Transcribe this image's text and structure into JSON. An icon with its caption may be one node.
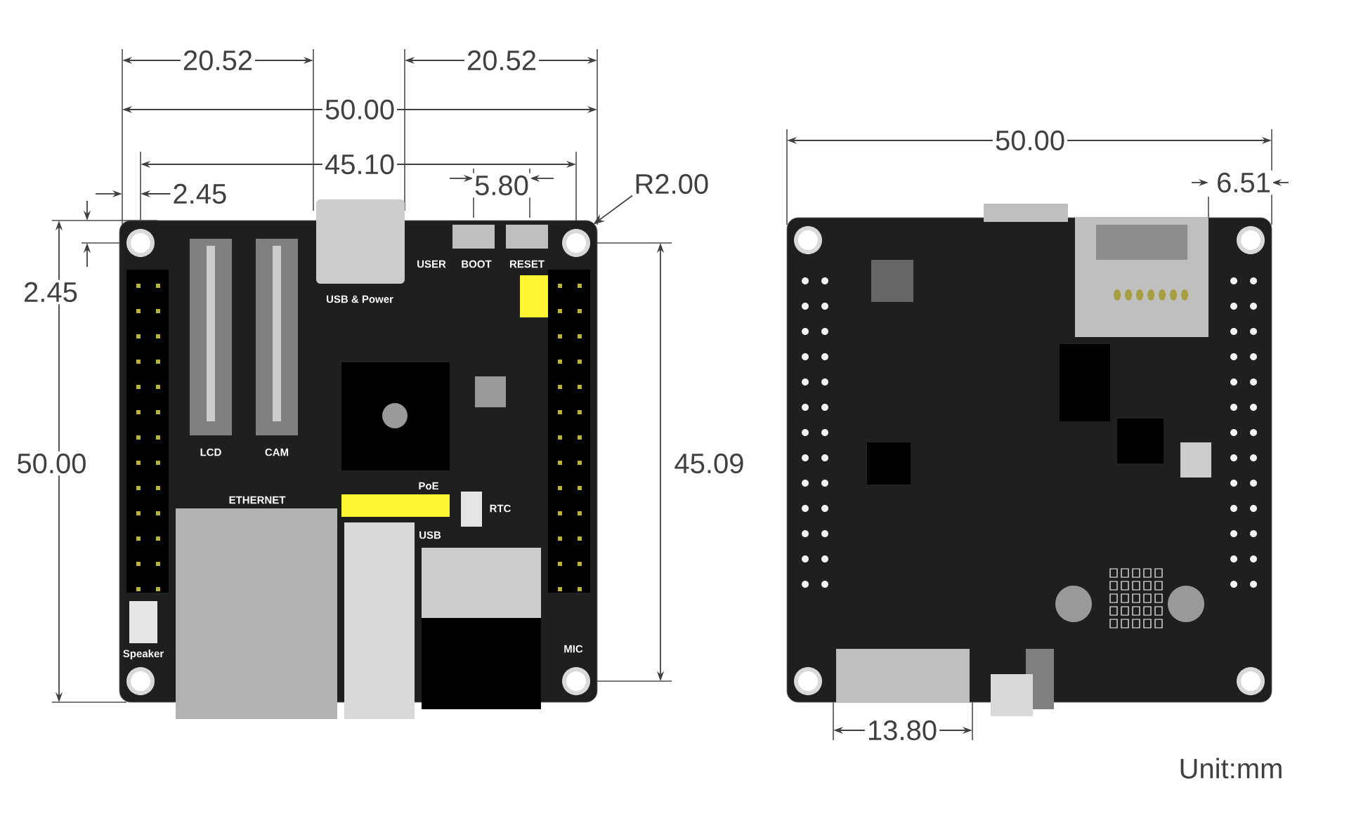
{
  "diagram": {
    "nodes": [
      {
        "text": [],
        "shape": "picture"
      },
      {
        "text": [],
        "shape": "picture"
      },
      {
        "text": [
          "R2.00"
        ]
      }
    ],
    "edges": [
      {
        "from": 2,
        "to": 0,
        "arrow": "to"
      }
    ],
    "labels": [
      "20.52",
      "20.52",
      "50.00",
      "45.10",
      "2.45",
      "5.80",
      "2.45",
      "USER",
      "BOOT",
      "RESET",
      "USB & Power",
      "LCD",
      "CAM",
      "50.00",
      "45.09",
      "PoE",
      "ETHERNET",
      "RTC",
      "USB",
      "Speaker",
      "MIC",
      "50.00",
      "6.51",
      "13.80",
      "Unit:mm"
    ]
  }
}
